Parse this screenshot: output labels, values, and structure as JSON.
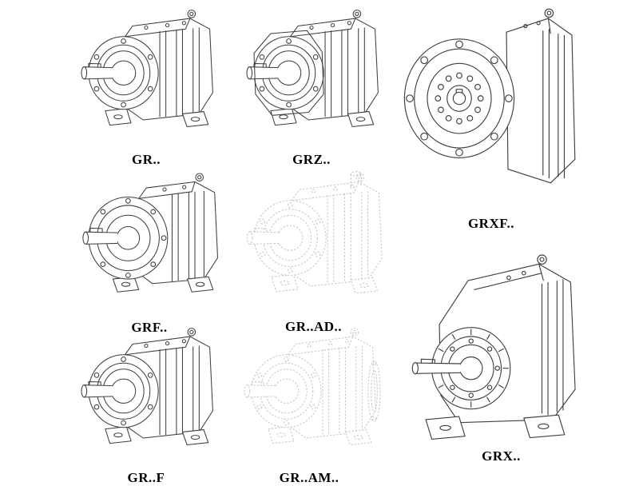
{
  "page": {
    "background": "#ffffff"
  },
  "colors": {
    "line": "#3f3f3f",
    "ghost_line": "#c6c6c6",
    "label_text": "#000000",
    "background": "#ffffff"
  },
  "items": [
    {
      "label": "GR.."
    },
    {
      "label": "GRZ.."
    },
    {
      "label": "GRXF.."
    },
    {
      "label": "GRF.."
    },
    {
      "label": "GR..AD.."
    },
    {
      "label": "GR..F"
    },
    {
      "label": "GR..AM.."
    },
    {
      "label": "GRX.."
    }
  ]
}
